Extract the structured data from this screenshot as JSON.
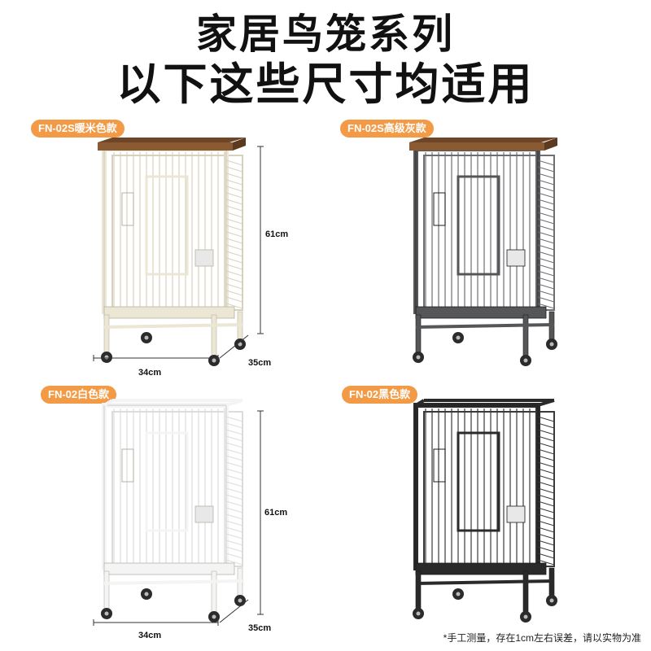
{
  "headline": {
    "line1": "家居鸟笼系列",
    "line2": "以下这些尺寸均适用"
  },
  "products": [
    {
      "badge": "FN-02S暖米色款",
      "height": "61cm",
      "width": "34cm",
      "depth": "35cm",
      "frame_color": "#ece6d4",
      "bar_color": "#d8d1bd",
      "top": "wood",
      "icon": "birdcage-icon"
    },
    {
      "badge": "FN-02S高级灰款",
      "height": "",
      "width": "",
      "depth": "",
      "frame_color": "#555658",
      "bar_color": "#6e6f72",
      "top": "wood",
      "icon": "birdcage-icon"
    },
    {
      "badge": "FN-02白色款",
      "height": "61cm",
      "width": "34cm",
      "depth": "35cm",
      "frame_color": "#f4f4f4",
      "bar_color": "#dcdcdc",
      "top": "frame",
      "icon": "birdcage-icon"
    },
    {
      "badge": "FN-02黑色款",
      "height": "",
      "width": "",
      "depth": "",
      "frame_color": "#2a2a2a",
      "bar_color": "#3a3a3a",
      "top": "frame",
      "icon": "birdcage-icon"
    }
  ],
  "colors": {
    "badge": "#f29a45",
    "wood_top": "#8a5a32"
  },
  "note": "*手工测量，存在1cm左右误差，请以实物为准"
}
